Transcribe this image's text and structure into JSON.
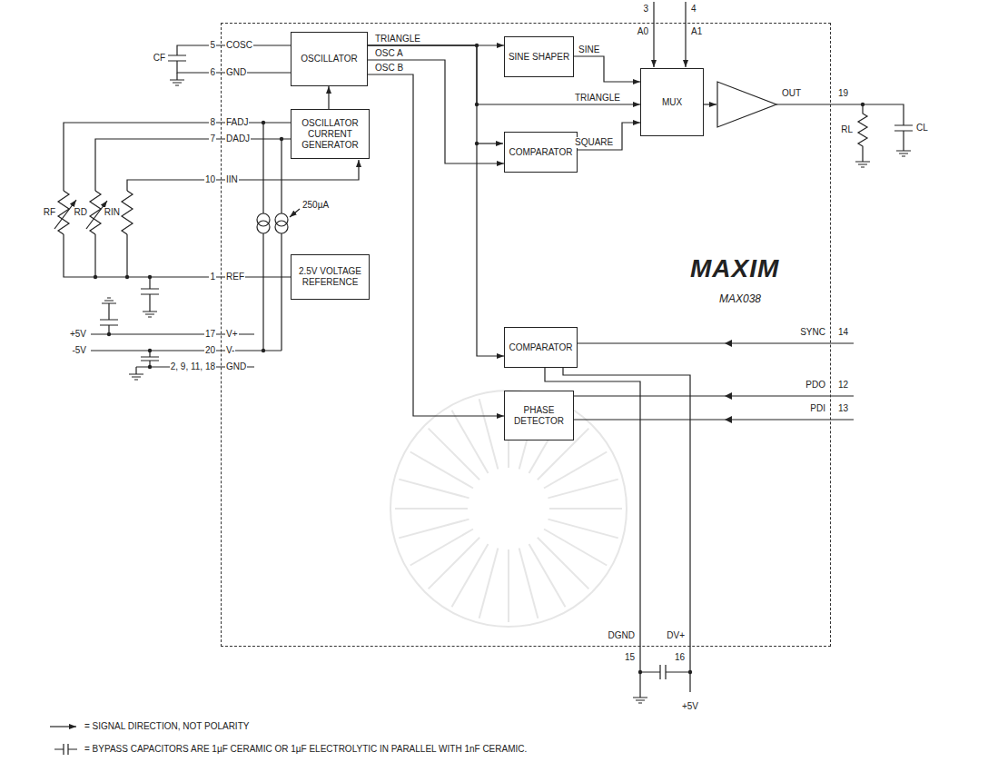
{
  "diagram": {
    "nodes": [
      {
        "text": [
          "MAXIM",
          "MAX038"
        ]
      },
      {
        "text": [
          "OSCILLATOR"
        ],
        "in": 0
      },
      {
        "text": [
          "OSCILLATOR CURRENT GENERATOR"
        ],
        "in": 0
      },
      {
        "text": [
          "2.5V VOLTAGE REFERENCE"
        ],
        "in": 0
      },
      {
        "text": [
          "SINE SHAPER"
        ],
        "in": 0
      },
      {
        "text": [
          "MUX"
        ],
        "in": 0
      },
      {
        "text": [
          "COMPARATOR"
        ],
        "in": 0
      },
      {
        "text": [
          "COMPARATOR"
        ],
        "in": 0
      },
      {
        "text": [
          "PHASE DETECTOR"
        ],
        "in": 0
      }
    ],
    "edges": [
      {
        "from": 1,
        "to": 4,
        "arrow": "to",
        "label": "TRIANGLE"
      },
      {
        "from": 1,
        "to": 5,
        "arrow": "to",
        "label": "TRIANGLE"
      },
      {
        "from": 4,
        "to": 5,
        "arrow": "to",
        "label": "SINE"
      },
      {
        "from": 6,
        "to": 5,
        "arrow": "to",
        "label": "SQUARE"
      },
      {
        "from": 2,
        "to": 1,
        "arrow": "to"
      },
      {
        "from": 1,
        "to": 6,
        "arrow": "to",
        "label": "OSC A"
      },
      {
        "from": 1,
        "to": 8,
        "arrow": "to",
        "label": "OSC B"
      },
      {
        "from": 1,
        "to": 7,
        "arrow": "to"
      }
    ],
    "labels": [
      "5",
      "COSC",
      "6",
      "GND",
      "8",
      "FADJ",
      "7",
      "DADJ",
      "10",
      "IIN",
      "1",
      "REF",
      "17",
      "V+",
      "20",
      "V-",
      "2, 9, 11, 18",
      "GND",
      "3",
      "A0",
      "4",
      "A1",
      "OUT",
      "19",
      "14",
      "SYNC",
      "12",
      "PDO",
      "13",
      "PDI",
      "15",
      "DGND",
      "16",
      "DV+",
      "+5V",
      "-5V",
      "250µA",
      "CF",
      "RF",
      "RD",
      "RIN",
      "RL",
      "CL",
      "+5V",
      "= SIGNAL DIRECTION, NOT POLARITY",
      "= BYPASS CAPACITORS ARE 1µF CERAMIC OR 1µF ELECTROLYTIC IN PARALLEL WITH 1nF CERAMIC."
    ]
  }
}
